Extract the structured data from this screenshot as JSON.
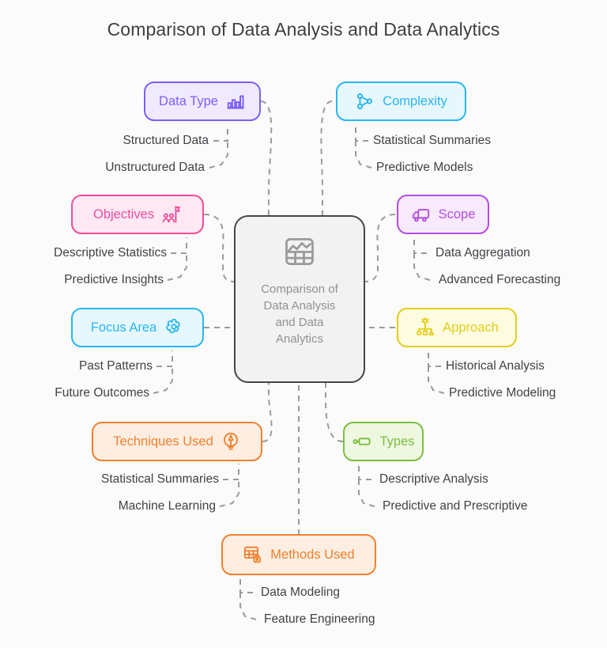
{
  "title": "Comparison of Data Analysis and Data Analytics",
  "colors": {
    "background": "#fbfbfb",
    "title_text": "#3c4043",
    "leaf_text": "#3f4246",
    "connector": "#9a9a9a",
    "center_border": "#444648",
    "center_fill": "#f2f2f2",
    "center_text": "#8f9194"
  },
  "center": {
    "label": "Comparison of Data Analysis and Data Analytics",
    "icon": "chart-table-icon"
  },
  "branches": [
    {
      "id": "data-type",
      "label": "Data Type",
      "icon": "bar-chart-icon",
      "icon_side": "right",
      "side": "left",
      "color": "#7d5ff5",
      "fill": "#efeafe",
      "children": [
        "Structured Data",
        "Unstructured Data"
      ]
    },
    {
      "id": "complexity",
      "label": "Complexity",
      "icon": "node-graph-icon",
      "icon_side": "left",
      "side": "right",
      "color": "#29b6f0",
      "fill": "#e6f7fe",
      "children": [
        "Statistical Summaries",
        "Predictive Models"
      ]
    },
    {
      "id": "objectives",
      "label": "Objectives",
      "icon": "goal-people-icon",
      "icon_side": "right",
      "side": "left",
      "color": "#ef4d9b",
      "fill": "#fde8f3",
      "children": [
        "Descriptive Statistics",
        "Predictive Insights"
      ]
    },
    {
      "id": "scope",
      "label": "Scope",
      "icon": "truck-icon",
      "icon_side": "left",
      "side": "right",
      "color": "#b34ce0",
      "fill": "#f8eafd",
      "children": [
        "Data Aggregation",
        "Advanced Forecasting"
      ]
    },
    {
      "id": "focus-area",
      "label": "Focus Area",
      "icon": "flower-gear-icon",
      "icon_side": "right",
      "side": "left",
      "color": "#29b6f0",
      "fill": "#e6f7fe",
      "children": [
        "Past Patterns",
        "Future Outcomes"
      ]
    },
    {
      "id": "approach",
      "label": "Approach",
      "icon": "idea-tree-icon",
      "icon_side": "left",
      "side": "right",
      "color": "#e3ce18",
      "fill": "#fdfbe0",
      "children": [
        "Historical Analysis",
        "Predictive Modeling"
      ]
    },
    {
      "id": "techniques-used",
      "label": "Techniques Used",
      "icon": "lightbulb-icon",
      "icon_side": "right",
      "side": "left",
      "color": "#ef8130",
      "fill": "#fdeee1",
      "children": [
        "Statistical Summaries",
        "Machine Learning"
      ]
    },
    {
      "id": "types",
      "label": "Types",
      "icon": "tag-label-icon",
      "icon_side": "left",
      "side": "right",
      "color": "#7cbf3f",
      "fill": "#eef8e1",
      "children": [
        "Descriptive Analysis",
        "Predictive and Prescriptive"
      ]
    },
    {
      "id": "methods-used",
      "label": "Methods Used",
      "icon": "table-lock-icon",
      "icon_side": "left",
      "side": "bottom",
      "color": "#ef8130",
      "fill": "#fdeee1",
      "children": [
        "Data Modeling",
        "Feature Engineering"
      ]
    }
  ]
}
